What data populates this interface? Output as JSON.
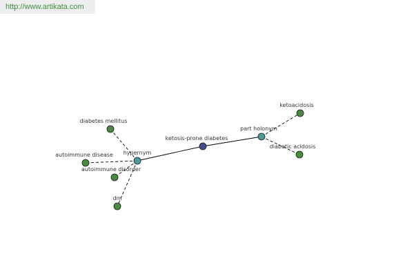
{
  "banner": {
    "url": "http://www.artikata.com"
  },
  "colors": {
    "center": "#404e8a",
    "relation": "#4f9a98",
    "leaf": "#4a8a40",
    "edge": "#000000"
  },
  "graph": {
    "nodes": [
      {
        "id": "ketosis-prone-diabetes",
        "label": "ketosis-prone diabetes",
        "kind": "center"
      },
      {
        "id": "hypernym",
        "label": "hypernym",
        "kind": "relation"
      },
      {
        "id": "part-holonym",
        "label": "part holonym",
        "kind": "relation"
      },
      {
        "id": "diabetes-mellitus",
        "label": "diabetes mellitus",
        "kind": "leaf"
      },
      {
        "id": "autoimmune-disease",
        "label": "autoimmune disease",
        "kind": "leaf"
      },
      {
        "id": "autoimmune-disorder",
        "label": "autoimmune disorder",
        "kind": "leaf"
      },
      {
        "id": "dm",
        "label": "dm",
        "kind": "leaf"
      },
      {
        "id": "ketoacidosis",
        "label": "ketoacidosis",
        "kind": "leaf"
      },
      {
        "id": "diabetic-acidosis",
        "label": "diabetic acidosis",
        "kind": "leaf"
      }
    ],
    "edges": [
      {
        "from": "ketosis-prone-diabetes",
        "to": "hypernym",
        "style": "solid"
      },
      {
        "from": "ketosis-prone-diabetes",
        "to": "part-holonym",
        "style": "solid"
      },
      {
        "from": "hypernym",
        "to": "diabetes-mellitus",
        "style": "dashed"
      },
      {
        "from": "hypernym",
        "to": "autoimmune-disease",
        "style": "dashed"
      },
      {
        "from": "hypernym",
        "to": "autoimmune-disorder",
        "style": "dashed"
      },
      {
        "from": "hypernym",
        "to": "dm",
        "style": "dashed"
      },
      {
        "from": "part-holonym",
        "to": "ketoacidosis",
        "style": "dashed"
      },
      {
        "from": "part-holonym",
        "to": "diabetic-acidosis",
        "style": "dashed"
      }
    ]
  }
}
